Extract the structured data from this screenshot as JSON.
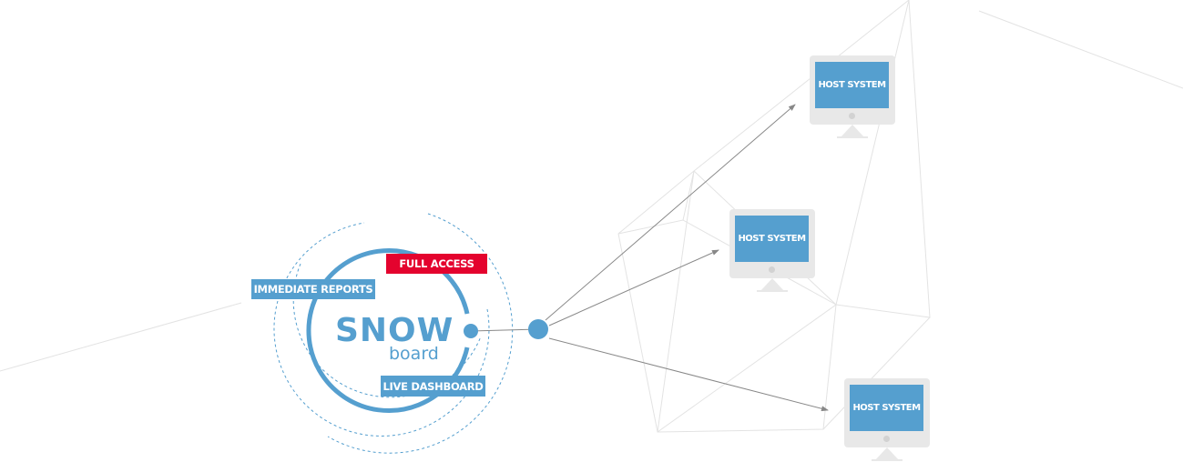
{
  "logo": {
    "word1": "SNOW",
    "word2": "board"
  },
  "tags": {
    "full_access": "FULL ACCESS",
    "immediate_reports": "IMMEDIATE REPORTS",
    "live_dashboard": "LIVE DASHBOARD"
  },
  "hosts": [
    {
      "label": "HOST SYSTEM"
    },
    {
      "label": "HOST SYSTEM"
    },
    {
      "label": "HOST SYSTEM"
    }
  ],
  "colors": {
    "brand_blue": "#559fcf",
    "accent_red": "#e4032e",
    "monitor_gray": "#e8e8e8"
  }
}
